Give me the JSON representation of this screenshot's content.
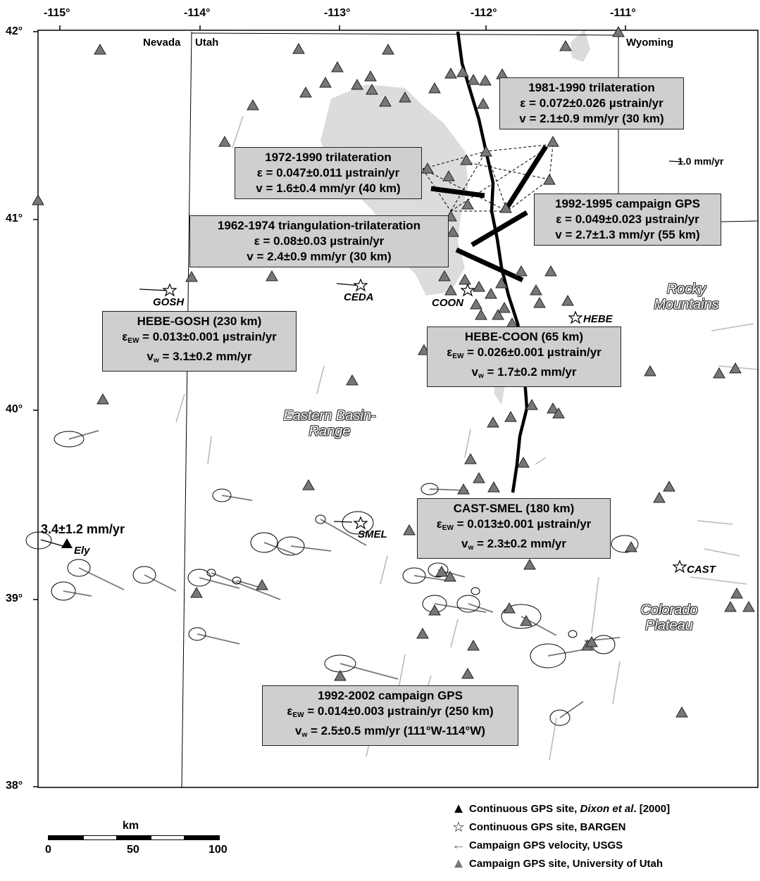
{
  "axes": {
    "lon_ticks": [
      "-115°",
      "-114°",
      "-113°",
      "-112°",
      "-111°"
    ],
    "lat_ticks": [
      "42°",
      "41°",
      "40°",
      "39°",
      "38°"
    ]
  },
  "states": {
    "nevada": "Nevada",
    "utah": "Utah",
    "wyoming": "Wyoming"
  },
  "regions": {
    "rocky": "Rocky Mountains",
    "basin_range": "Eastern Basin-Range",
    "colorado": "Colorado Plateau"
  },
  "sites": {
    "gosh": "GOSH",
    "ceda": "CEDA",
    "coon": "COON",
    "hebe": "HEBE",
    "smel": "SMEL",
    "cast": "CAST",
    "ely": "Ely"
  },
  "ref_velocity": "1.0 mm/yr",
  "ely_velocity": "3.4±1.2 mm/yr",
  "boxes": {
    "tri8190": {
      "title": "1981-1990 trilateration",
      "l1": "ε = 0.072±0.026 µstrain/yr",
      "l2": "v = 2.1±0.9 mm/yr (30 km)"
    },
    "tri7290": {
      "title": "1972-1990 trilateration",
      "l1": "ε = 0.047±0.011 µstrain/yr",
      "l2": "v = 1.6±0.4 mm/yr (40 km)"
    },
    "gps9295": {
      "title": "1992-1995 campaign GPS",
      "l1": "ε = 0.049±0.023 µstrain/yr",
      "l2": "v = 2.7±1.3 mm/yr (55 km)"
    },
    "tri6274": {
      "title": "1962-1974 triangulation-trilateration",
      "l1": "ε = 0.08±0.03 µstrain/yr",
      "l2": "v = 2.4±0.9 mm/yr (30 km)"
    },
    "hebegosh": {
      "title": "HEBE-GOSH (230 km)",
      "l1a": "ε",
      "l1sub": "EW",
      "l1b": " = 0.013±0.001 µstrain/yr",
      "l2a": "v",
      "l2sub": "w",
      "l2b": " = 3.1±0.2 mm/yr"
    },
    "hebecoon": {
      "title": "HEBE-COON (65 km)",
      "l1a": "ε",
      "l1sub": "EW",
      "l1b": " = 0.026±0.001 µstrain/yr",
      "l2a": "v",
      "l2sub": "w",
      "l2b": " = 1.7±0.2 mm/yr"
    },
    "castsmel": {
      "title": "CAST-SMEL (180 km)",
      "l1a": "ε",
      "l1sub": "EW",
      "l1b": " = 0.013±0.001 µstrain/yr",
      "l2a": "v",
      "l2sub": "w",
      "l2b": " = 2.3±0.2 mm/yr"
    },
    "gps9202": {
      "title": "1992-2002 campaign GPS",
      "l1a": "ε",
      "l1sub": "EW",
      "l1b": " = 0.014±0.003 µstrain/yr (250 km)",
      "l2a": "v",
      "l2sub": "w",
      "l2b": " = 2.5±0.5 mm/yr (111°W-114°W)"
    }
  },
  "scale": {
    "unit": "km",
    "labels": [
      "0",
      "50",
      "100"
    ]
  },
  "legend": {
    "l1a": "Continuous GPS site, ",
    "l1b": "Dixon et al",
    "l1c": ". [2000]",
    "l2": "Continuous GPS site, BARGEN",
    "l3": "Campaign GPS velocity, USGS",
    "l4": "Campaign GPS site, University of Utah"
  },
  "colors": {
    "box_fill": "#cfcfcf",
    "triangle": "#777777",
    "lake": "#dcdcdc",
    "velocity_arrow": "#777777"
  }
}
